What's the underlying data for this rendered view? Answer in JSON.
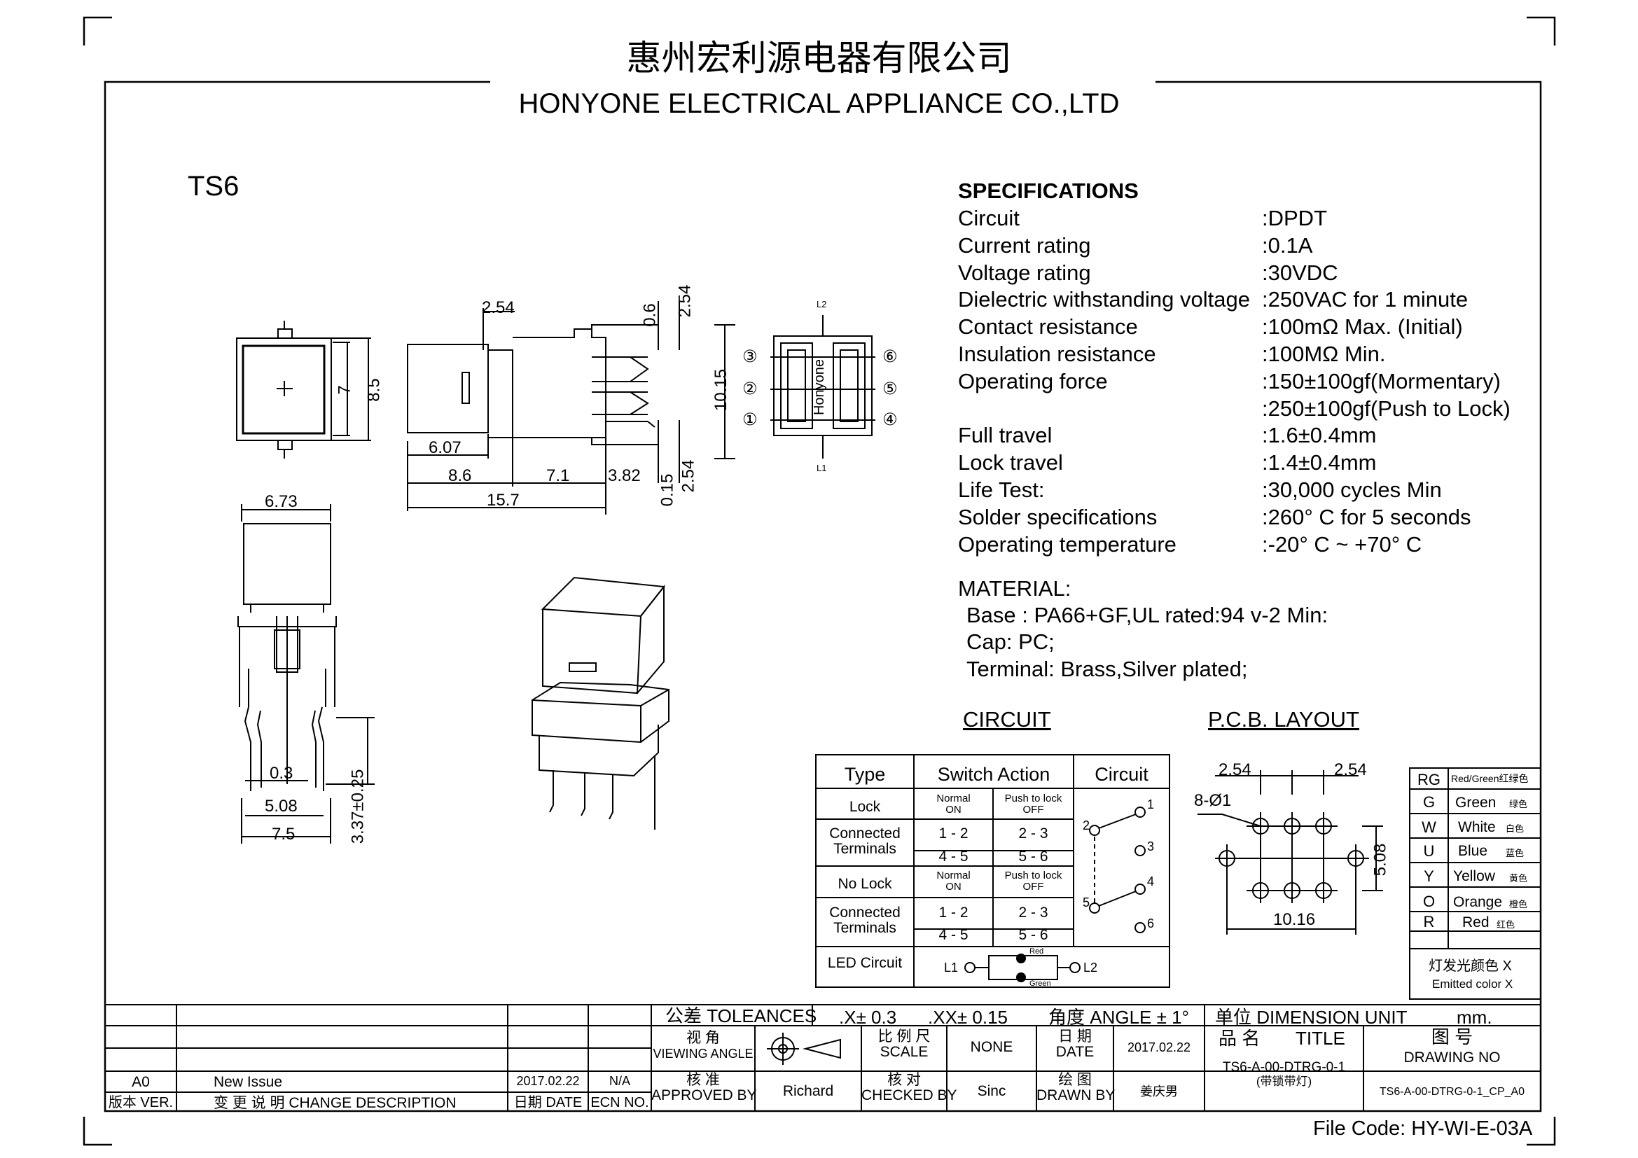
{
  "header": {
    "company_cn": "惠州宏利源电器有限公司",
    "company_en": "HONYONE  ELECTRICAL  APPLIANCE  CO.,LTD"
  },
  "model": "TS6",
  "dimensions": {
    "top_view": [
      "7",
      "8.5"
    ],
    "side_view": [
      "2.54",
      "0.6",
      "2.54",
      "10.15",
      "6.07",
      "8.6",
      "7.1",
      "3.82",
      "0.15",
      "2.54",
      "15.7"
    ],
    "front_view": [
      "6.73",
      "0.3",
      "5.08",
      "7.5",
      "3.37±0.25"
    ],
    "terminal_view": {
      "top": "L2",
      "bottom": "L1",
      "brand": "Honyone",
      "pins": [
        "③",
        "②",
        "①",
        "⑥",
        "⑤",
        "④"
      ]
    }
  },
  "specifications": {
    "heading": "SPECIFICATIONS",
    "rows": [
      {
        "label": "Circuit",
        "value": ":DPDT"
      },
      {
        "label": "Current rating",
        "value": ":0.1A"
      },
      {
        "label": "Voltage rating",
        "value": ":30VDC"
      },
      {
        "label": "Dielectric withstanding voltage",
        "value": ":250VAC for 1 minute"
      },
      {
        "label": "Contact resistance",
        "value": ":100mΩ   Max. (Initial)"
      },
      {
        "label": "Insulation resistance",
        "value": ":100MΩ   Min."
      },
      {
        "label": "Operating force",
        "value": ":150±100gf(Mormentary)"
      },
      {
        "label": "",
        "value": ":250±100gf(Push to Lock)"
      },
      {
        "label": "Full travel",
        "value": ":1.6±0.4mm"
      },
      {
        "label": "Lock travel",
        "value": ":1.4±0.4mm"
      },
      {
        "label": "Life Test:",
        "value": ":30,000 cycles Min"
      },
      {
        "label": "Solder specifications",
        "value": ":260° C for 5 seconds"
      },
      {
        "label": "Operating temperature",
        "value": ":-20° C ~ +70° C"
      }
    ]
  },
  "material": {
    "heading": "MATERIAL:",
    "lines": [
      "Base : PA66+GF,UL rated:94 v-2 Min:",
      "Cap: PC;",
      "Terminal: Brass,Silver plated;"
    ]
  },
  "circuit": {
    "heading": "CIRCUIT",
    "headers": [
      "Type",
      "Switch Action",
      "Circuit"
    ],
    "lock": "Lock",
    "no_lock": "No Lock",
    "normal_on": [
      "Normal",
      "ON"
    ],
    "push_off": [
      "Push to lock",
      "OFF"
    ],
    "connected_terminals": [
      "Connected",
      "Terminals"
    ],
    "terms": [
      "1 - 2",
      "4 - 5",
      "2 - 3",
      "5 - 6"
    ],
    "led_circuit": "LED Circuit",
    "led_l1": "L1",
    "led_l2": "L2",
    "led_red": "Red",
    "led_green": "Green",
    "pin_numbers": [
      "1",
      "2",
      "3",
      "4",
      "5",
      "6"
    ]
  },
  "pcb": {
    "heading": "P.C.B. LAYOUT",
    "dims": [
      "2.54",
      "2.54",
      "8-Ø1",
      "5.08",
      "10.16"
    ]
  },
  "colors": {
    "rows": [
      {
        "code": "RG",
        "name": "Red/Green红绿色"
      },
      {
        "code": "G",
        "name": "Green",
        "cn": "绿色"
      },
      {
        "code": "W",
        "name": "White",
        "cn": "白色"
      },
      {
        "code": "U",
        "name": "Blue",
        "cn": "蓝色"
      },
      {
        "code": "Y",
        "name": "Yellow",
        "cn": "黄色"
      },
      {
        "code": "O",
        "name": "Orange",
        "cn": "橙色"
      },
      {
        "code": "R",
        "name": "Red",
        "cn": "红色"
      }
    ],
    "note_cn": "灯发光颜色 X",
    "note_en": "Emitted color X"
  },
  "title_block": {
    "tolerances_label": "公差 TOLEANCES",
    "tol1": ".X± 0.3",
    "tol2": ".XX± 0.15",
    "angle": "角度 ANGLE ± 1°",
    "unit_label": "单位   DIMENSION UNIT",
    "unit": "mm.",
    "viewing_angle": [
      "视 角",
      "VIEWING ANGLE"
    ],
    "scale": [
      "比 例 尺",
      "SCALE"
    ],
    "scale_value": "NONE",
    "date": [
      "日 期",
      "DATE"
    ],
    "date_value": "2017.02.22",
    "title": [
      "品  名",
      "TITLE"
    ],
    "title_value": [
      "TS6-A-00-DTRG-0-1",
      "(带锁带灯)"
    ],
    "drawing_no": [
      "图  号",
      "DRAWING NO"
    ],
    "drawing_no_value": "TS6-A-00-DTRG-0-1_CP_A0",
    "approved": [
      "核  准",
      "APPROVED BY"
    ],
    "approved_value": "Richard",
    "checked": [
      "核  对",
      "CHECKED BY"
    ],
    "checked_value": "Sinc",
    "drawn": [
      "绘  图",
      "DRAWN BY"
    ],
    "drawn_value": "姜庆男",
    "rev": "A0",
    "rev_desc": "New Issue",
    "rev_date": "2017.02.22",
    "rev_ecn": "N/A",
    "col_ver": "版本 VER.",
    "col_desc": "变 更 说 明   CHANGE DESCRIPTION",
    "col_date": "日期 DATE",
    "col_ecn": "ECN NO."
  },
  "file_code": "File Code: HY-WI-E-03A"
}
